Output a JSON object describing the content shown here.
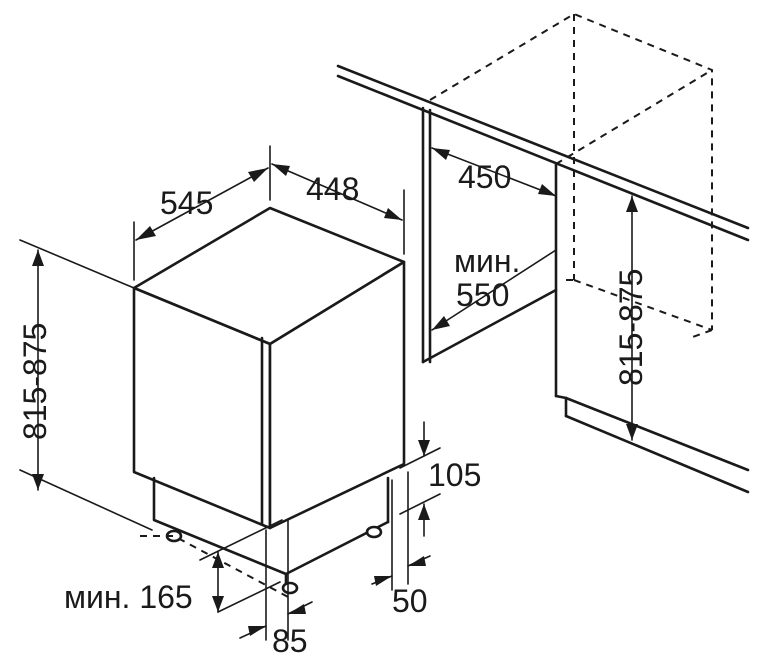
{
  "dimensions": {
    "depth": "545",
    "width": "448",
    "height": "815-875",
    "niche_width": "450",
    "niche_depth_label": "мин.",
    "niche_depth_value": "550",
    "niche_height": "815-875",
    "plinth_height": "105",
    "plinth_gap": "50",
    "plinth_depth": "мин. 165",
    "foot_offset": "85"
  },
  "colors": {
    "line": "#1a1a1a",
    "background": "#ffffff"
  }
}
